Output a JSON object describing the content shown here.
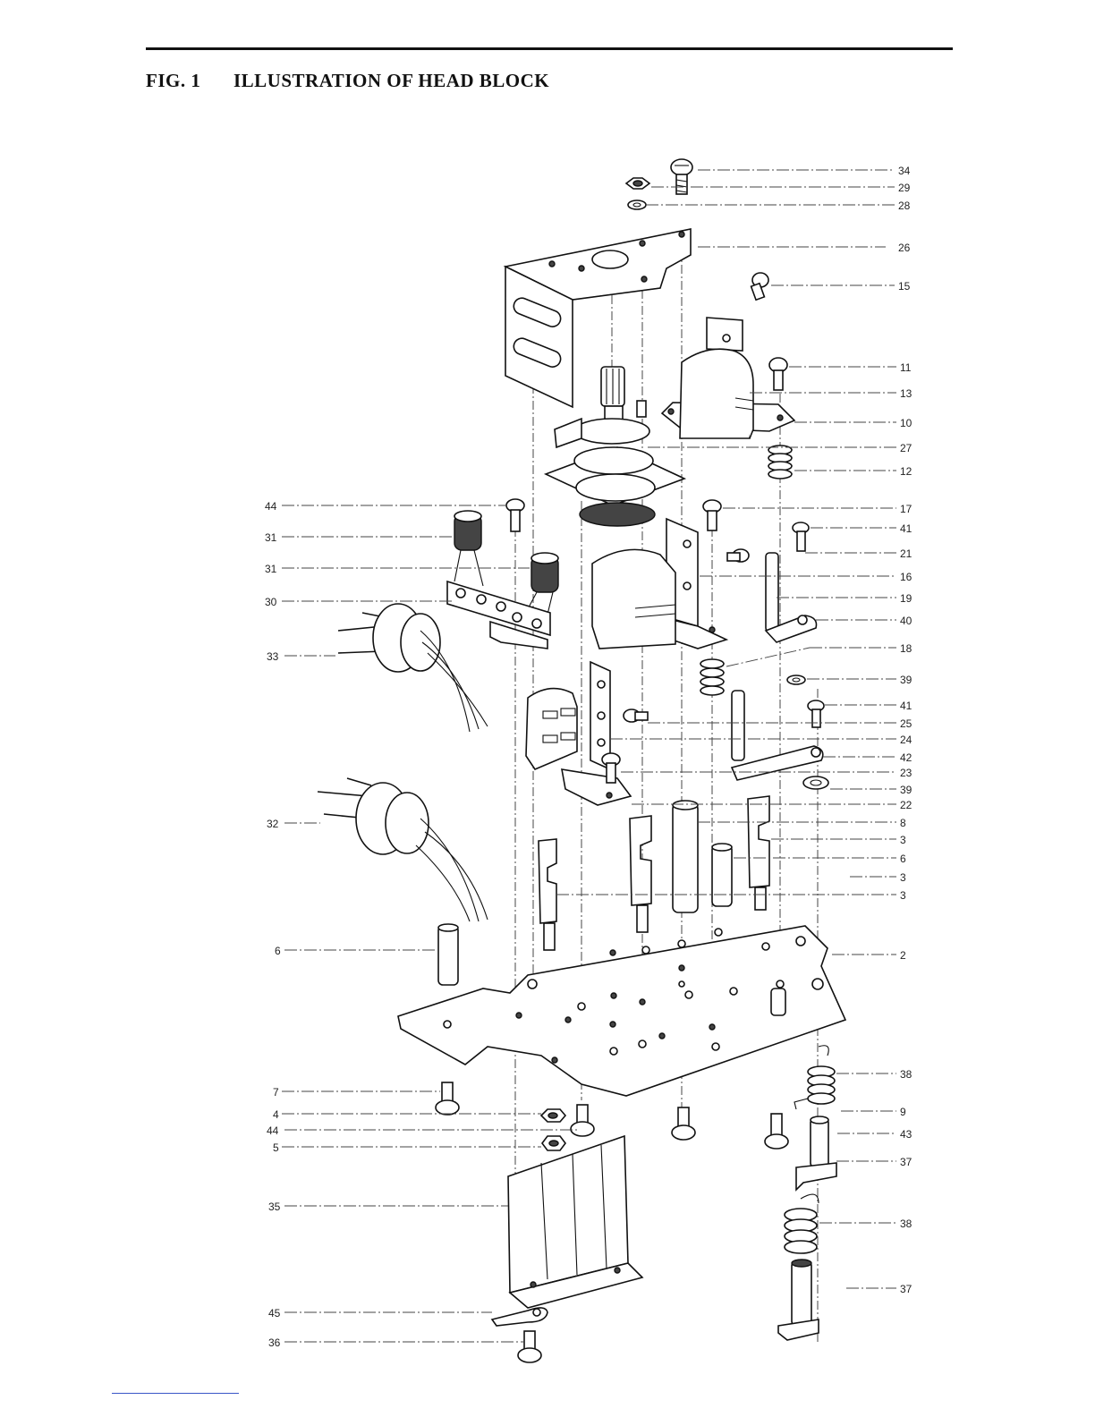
{
  "figure": {
    "label": "FIG. 1",
    "title": "ILLUSTRATION OF HEAD BLOCK"
  },
  "callouts_right": [
    "34",
    "29",
    "28",
    "26",
    "15",
    "11",
    "13",
    "10",
    "27",
    "12",
    "17",
    "41",
    "21",
    "16",
    "19",
    "40",
    "18",
    "39",
    "41",
    "25",
    "24",
    "42",
    "23",
    "39",
    "22",
    "8",
    "3",
    "6",
    "3",
    "3",
    "2",
    "38",
    "9",
    "43",
    "37",
    "38",
    "37"
  ],
  "callouts_left": [
    "44",
    "31",
    "31",
    "30",
    "33",
    "32",
    "6",
    "7",
    "4",
    "44",
    "5",
    "35",
    "45",
    "36"
  ]
}
